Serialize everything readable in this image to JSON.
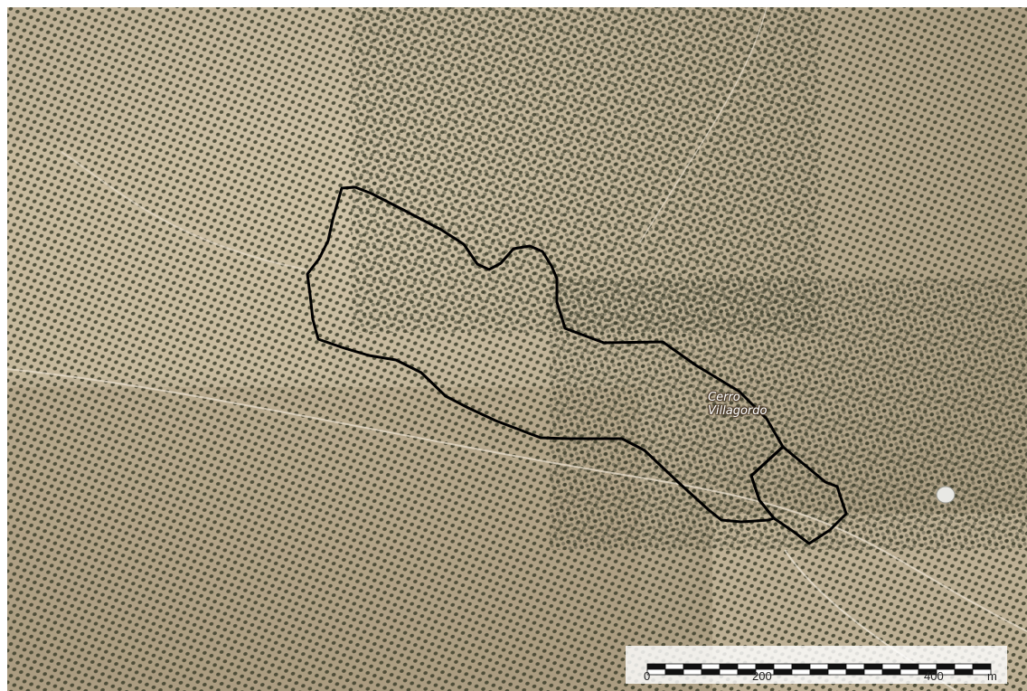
{
  "map": {
    "place_label_line1": "Cerro",
    "place_label_line2": "Villagordo",
    "boundary_color": "#000000",
    "imagery_base_color": "#b8aa8e",
    "tree_color": "#3d3f2c"
  },
  "scalebar": {
    "labels": [
      "0",
      "200",
      "400"
    ],
    "unit": "m"
  }
}
